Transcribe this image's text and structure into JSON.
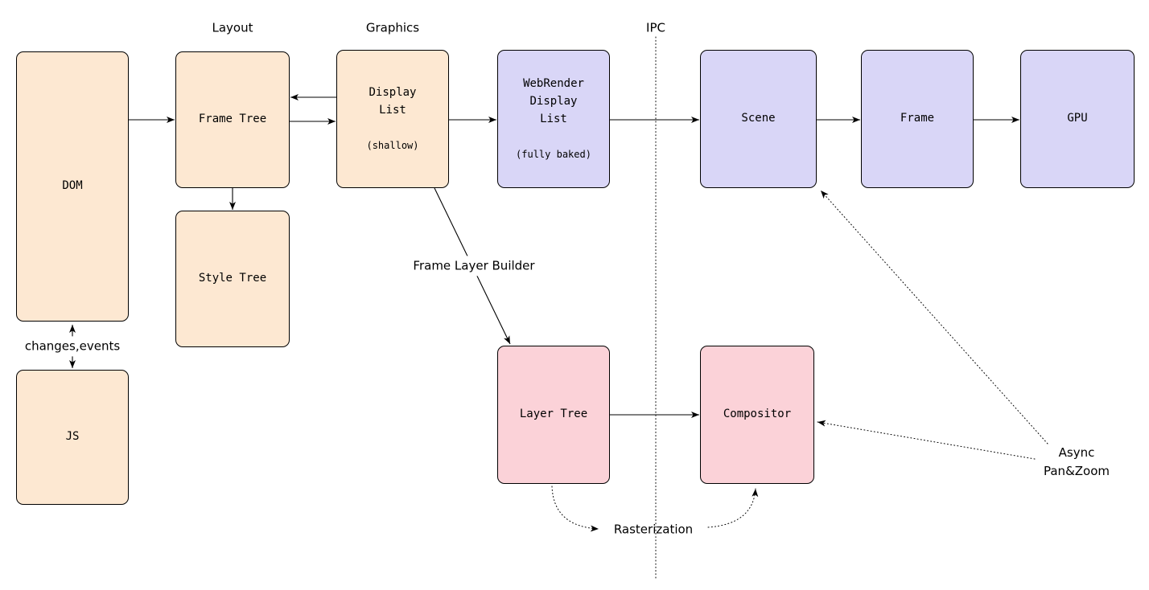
{
  "diagram": {
    "section_labels": {
      "layout": "Layout",
      "graphics": "Graphics",
      "ipc": "IPC"
    },
    "boxes": {
      "dom": {
        "label": "DOM"
      },
      "js": {
        "label": "JS"
      },
      "frame_tree": {
        "label": "Frame Tree"
      },
      "style_tree": {
        "label": "Style Tree"
      },
      "display_list": {
        "title": "Display\nList",
        "subtitle": "(shallow)"
      },
      "webrender_display_list": {
        "title": "WebRender\nDisplay\nList",
        "subtitle": "(fully baked)"
      },
      "scene": {
        "label": "Scene"
      },
      "frame": {
        "label": "Frame"
      },
      "gpu": {
        "label": "GPU"
      },
      "layer_tree": {
        "label": "Layer Tree"
      },
      "compositor": {
        "label": "Compositor"
      }
    },
    "edge_labels": {
      "changes_events": "changes,events",
      "frame_layer_builder": "Frame Layer Builder",
      "rasterization": "Rasterization",
      "async_pan_zoom": "Async\nPan&Zoom"
    },
    "colors": {
      "peach": "#fde8d2",
      "lavender": "#d9d6f7",
      "pink": "#fbd2d8",
      "line": "#000000"
    }
  }
}
